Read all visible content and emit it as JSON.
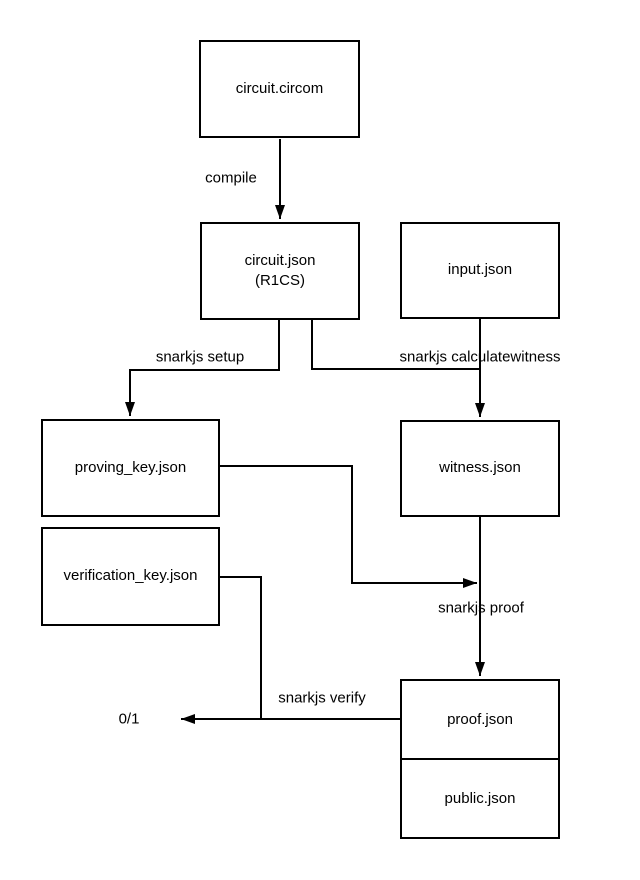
{
  "diagram": {
    "kind": "flowchart",
    "background_color": "#ffffff",
    "line_color": "#000000",
    "nodes": {
      "circuit_circom": {
        "label": "circuit.circom"
      },
      "circuit_json": {
        "label": "circuit.json",
        "sublabel": "(R1CS)"
      },
      "input_json": {
        "label": "input.json"
      },
      "proving_key": {
        "label": "proving_key.json"
      },
      "witness": {
        "label": "witness.json"
      },
      "verification_key": {
        "label": "verification_key.json"
      },
      "proof": {
        "label": "proof.json"
      },
      "public": {
        "label": "public.json"
      },
      "result": {
        "label": "0/1"
      }
    },
    "edges": {
      "compile": {
        "label": "compile",
        "from": "circuit.circom",
        "to": "circuit.json (R1CS)"
      },
      "setup": {
        "label": "snarkjs setup",
        "from": "circuit.json (R1CS)",
        "to": "proving_key.json"
      },
      "calculatewitness": {
        "label": "snarkjs calculatewitness",
        "from": "circuit.json (R1CS) + input.json",
        "to": "witness.json"
      },
      "proof": {
        "label": "snarkjs proof",
        "from": "proving_key.json + witness.json",
        "to": "proof.json"
      },
      "verify": {
        "label": "snarkjs verify",
        "from": "verification_key.json + proof.json",
        "to": "0/1"
      }
    }
  }
}
